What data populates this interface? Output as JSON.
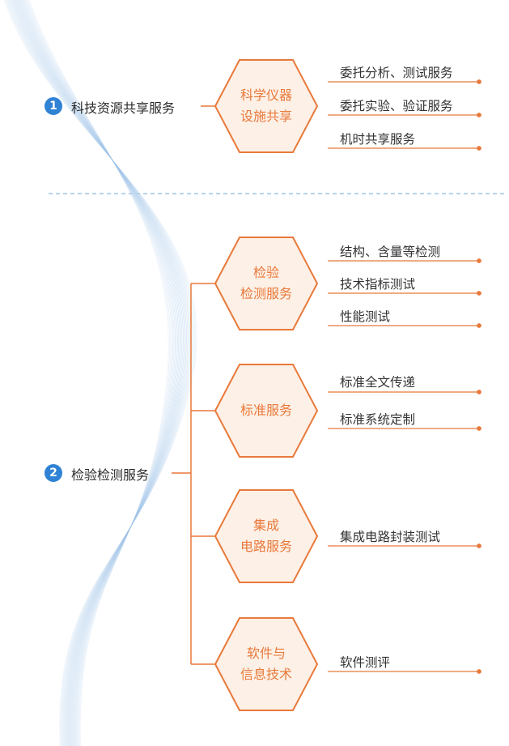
{
  "colors": {
    "accent": "#e8793a",
    "hex_fill": "#fdf0e6",
    "badge": "#2f82d4",
    "wave": "#9ec3e8",
    "divider": "#b7d3ee"
  },
  "sections": [
    {
      "number": "1",
      "label": "科技资源共享服务",
      "groups": [
        {
          "title_lines": [
            "科学仪器",
            "设施共享"
          ],
          "items": [
            "委托分析、测试服务",
            "委托实验、验证服务",
            "机时共享服务"
          ]
        }
      ]
    },
    {
      "number": "2",
      "label": "检验检测服务",
      "groups": [
        {
          "title_lines": [
            "检验",
            "检测服务"
          ],
          "items": [
            "结构、含量等检测",
            "技术指标测试",
            "性能测试"
          ]
        },
        {
          "title_lines": [
            "标准服务"
          ],
          "items": [
            "标准全文传递",
            "标准系统定制"
          ]
        },
        {
          "title_lines": [
            "集成",
            "电路服务"
          ],
          "items": [
            "集成电路封装测试"
          ]
        },
        {
          "title_lines": [
            "软件与",
            "信息技术"
          ],
          "items": [
            "软件测评"
          ]
        }
      ]
    }
  ]
}
